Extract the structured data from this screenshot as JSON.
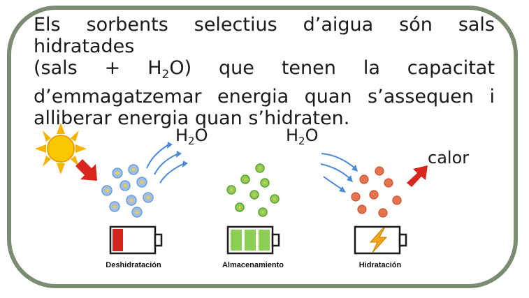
{
  "text": {
    "line1": "Els sorbents selectius d’aigua són sals hidratades",
    "line2_a": "(sals",
    "line2_b": "+",
    "line2_c": "H",
    "line2_d": "2",
    "line2_e": "O)",
    "line2_f": "que",
    "line2_g": "tenen",
    "line2_h": "la",
    "line2_i": "capacitat",
    "line3": "d’emmagatzemar energia quan s’assequen i",
    "line4": "alliberar energia quan s’hidraten."
  },
  "labels": {
    "h2o_left_main": "H",
    "h2o_left_sub": "2",
    "h2o_left_tail": "O",
    "h2o_right_main": "H",
    "h2o_right_sub": "2",
    "h2o_right_tail": "O",
    "calor": "calor"
  },
  "stages": [
    {
      "caption": "Deshidratación"
    },
    {
      "caption": "Almacenamiento"
    },
    {
      "caption": "Hidratación"
    }
  ],
  "colors": {
    "frame": "#7b8c73",
    "sun": "#f6b400",
    "arrow_red": "#d7261e",
    "particle_blue": "#7ea7d8",
    "particle_green": "#6fb540",
    "particle_orange": "#e4744f",
    "battery_red": "#d2231c",
    "battery_green": "#8ccf55",
    "lightning": "#f4a51c",
    "flow_blue": "#4a8ad6"
  }
}
